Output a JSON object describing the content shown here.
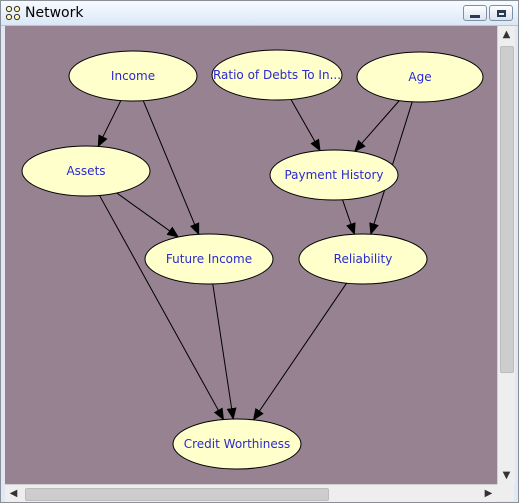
{
  "window": {
    "title": "Network",
    "icon": "network-icon",
    "minimize_icon": "minimize-icon",
    "maximize_icon": "maximize-icon"
  },
  "canvas": {
    "background": "#968291",
    "node_fill": "#ffffcc",
    "node_text_color": "#2a2ad0"
  },
  "nodes": [
    {
      "id": "income",
      "label": "Income"
    },
    {
      "id": "ratio",
      "label": "Ratio of Debts To In..."
    },
    {
      "id": "age",
      "label": "Age"
    },
    {
      "id": "assets",
      "label": "Assets"
    },
    {
      "id": "payment",
      "label": "Payment History"
    },
    {
      "id": "future",
      "label": "Future Income"
    },
    {
      "id": "reliability",
      "label": "Reliability"
    },
    {
      "id": "credit",
      "label": "Credit Worthiness"
    }
  ],
  "edges": [
    {
      "from": "income",
      "to": "assets"
    },
    {
      "from": "income",
      "to": "future"
    },
    {
      "from": "ratio",
      "to": "payment"
    },
    {
      "from": "age",
      "to": "payment"
    },
    {
      "from": "age",
      "to": "reliability"
    },
    {
      "from": "assets",
      "to": "future"
    },
    {
      "from": "assets",
      "to": "credit"
    },
    {
      "from": "payment",
      "to": "reliability"
    },
    {
      "from": "future",
      "to": "credit"
    },
    {
      "from": "reliability",
      "to": "credit"
    }
  ]
}
